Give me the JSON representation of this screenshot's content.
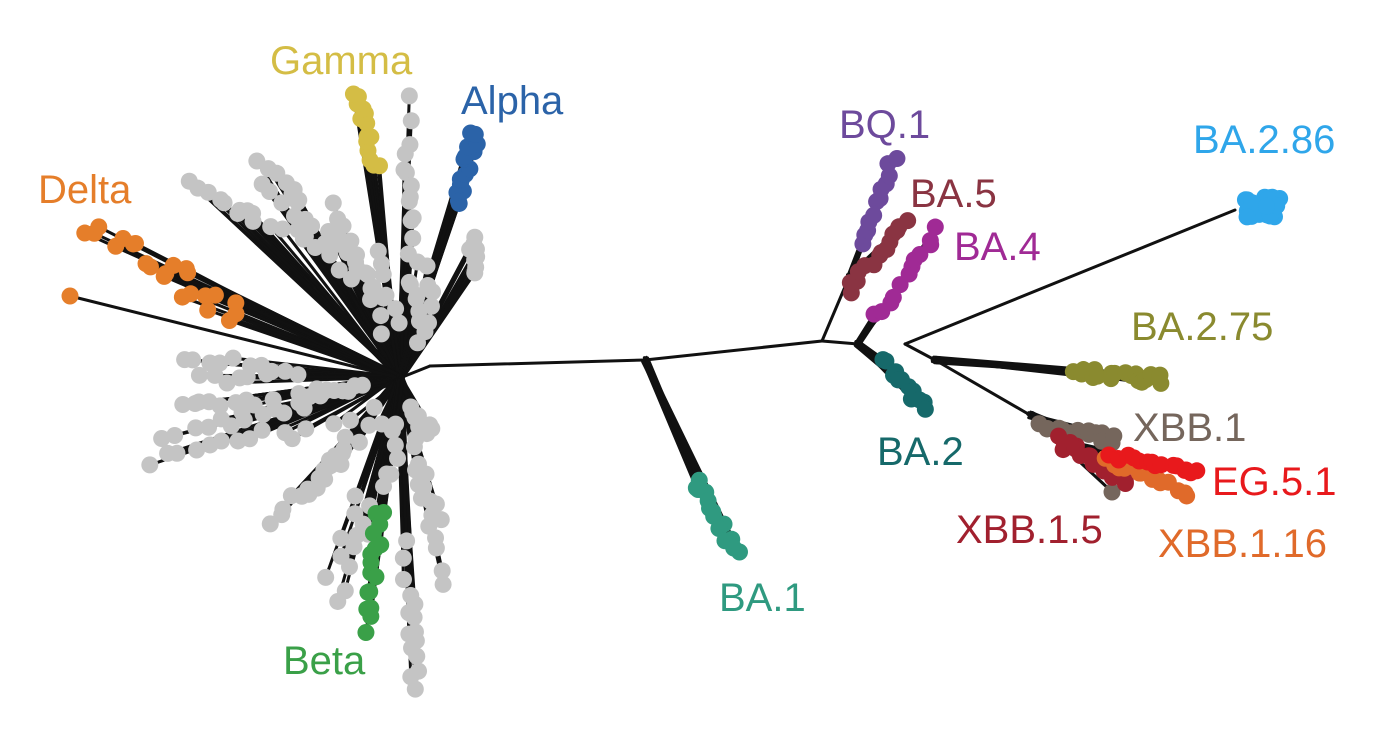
{
  "colors": {
    "gray": "#c4c4c4",
    "branch": "#111111"
  },
  "labels": {
    "gamma": {
      "text": "Gamma",
      "color": "#d4bd45"
    },
    "alpha": {
      "text": "Alpha",
      "color": "#2b63a8"
    },
    "delta": {
      "text": "Delta",
      "color": "#e57e2a"
    },
    "beta": {
      "text": "Beta",
      "color": "#3aa048"
    },
    "ba1": {
      "text": "BA.1",
      "color": "#2f9a80"
    },
    "bq1": {
      "text": "BQ.1",
      "color": "#6d4a9c"
    },
    "ba5": {
      "text": "BA.5",
      "color": "#8a3442"
    },
    "ba4": {
      "text": "BA.4",
      "color": "#a02a95"
    },
    "ba286": {
      "text": "BA.2.86",
      "color": "#2fa6ea"
    },
    "ba275": {
      "text": "BA.2.75",
      "color": "#8a8a2f"
    },
    "ba2": {
      "text": "BA.2",
      "color": "#16696a"
    },
    "xbb1": {
      "text": "XBB.1",
      "color": "#75665c"
    },
    "eg51": {
      "text": "EG.5.1",
      "color": "#e8191c"
    },
    "xbb15": {
      "text": "XBB.1.5",
      "color": "#a1202e"
    },
    "xbb116": {
      "text": "XBB.1.16",
      "color": "#e06a2a"
    }
  }
}
